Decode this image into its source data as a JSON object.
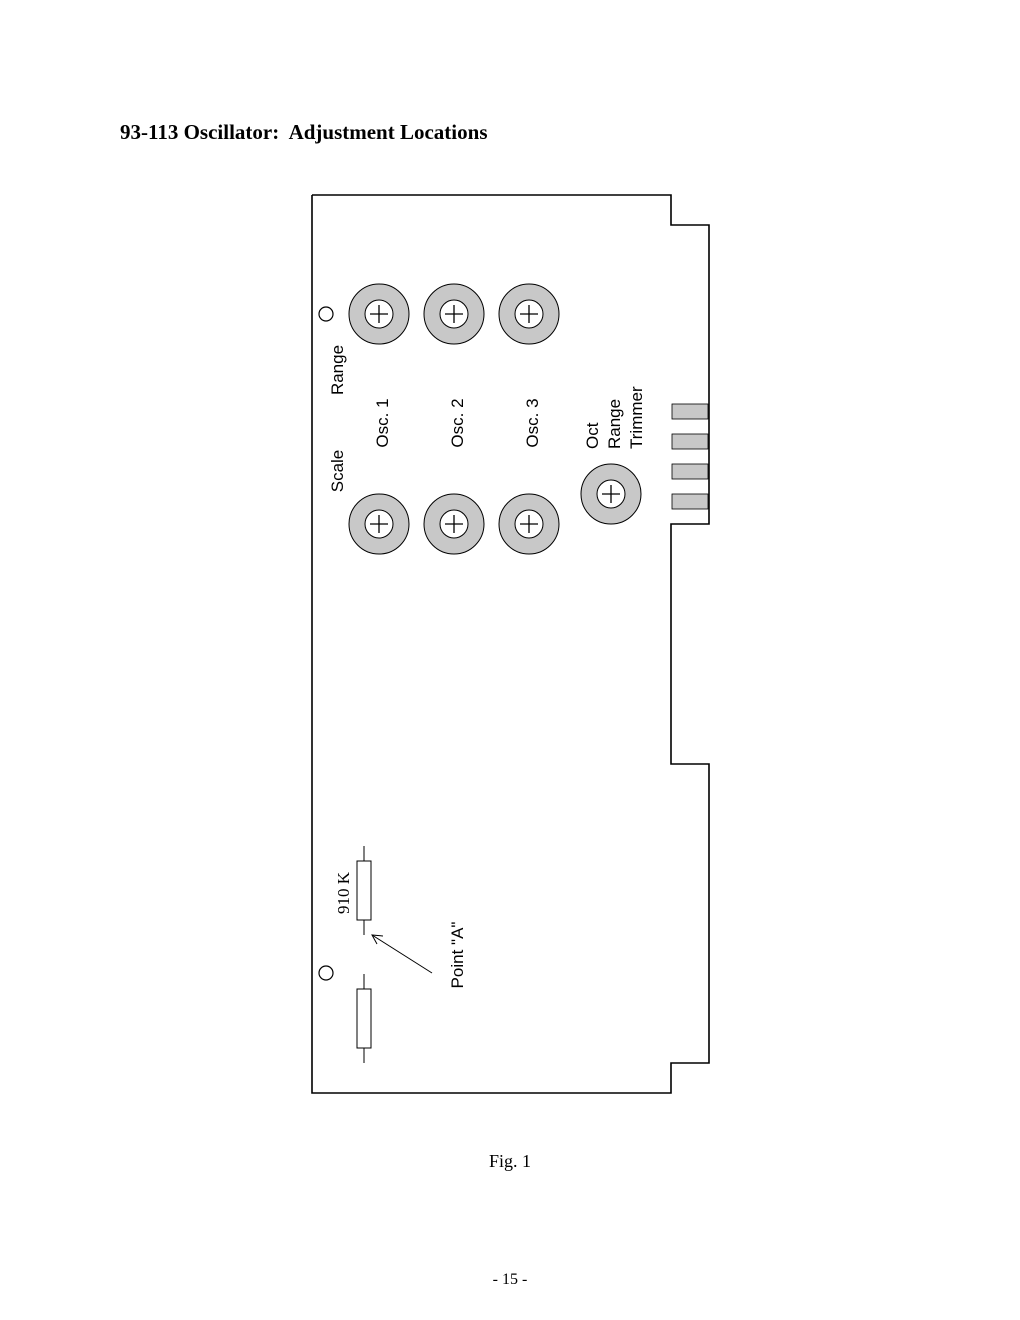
{
  "page": {
    "title": "93-113 Oscillator:  Adjustment Locations",
    "caption": "Fig. 1",
    "page_number": "- 15 -"
  },
  "diagram": {
    "labels": {
      "range": "Range",
      "scale": "Scale",
      "osc1": "Osc. 1",
      "osc2": "Osc. 2",
      "osc3": "Osc. 3",
      "oct": "Oct",
      "oct_range": "Range",
      "trimmer": "Trimmer",
      "resistor": "910 K",
      "point_a": "Point \"A\""
    },
    "colors": {
      "trimmer_ring": "#c8c8c8",
      "connector_pin": "#c8c8c8",
      "outline": "#000000"
    }
  }
}
